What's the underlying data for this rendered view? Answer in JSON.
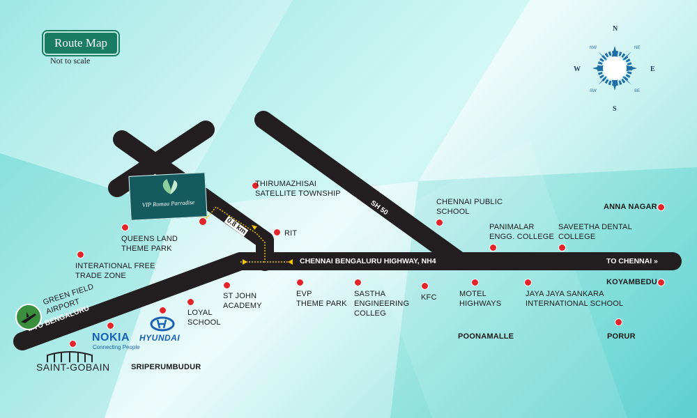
{
  "header": {
    "title": "Route Map",
    "subtitle": "Not to scale"
  },
  "compass": {
    "n": "N",
    "e": "E",
    "s": "S",
    "w": "W",
    "ne": "NE",
    "nw": "NW",
    "se": "SE",
    "sw": "SW"
  },
  "project": {
    "name": "VIP Romaa Parradise"
  },
  "roads": {
    "highway": "CHENNAI BENGALURU HIGHWAY, NH4",
    "to_chennai": "TO CHENNAI »",
    "to_bengaluru": "« TO BENGALURU",
    "sh50": "SH 50",
    "distance": "0.8 km"
  },
  "places": {
    "thirumazhisai": "THIRUMAZHISAI\nSATELLITE TOWNSHIP",
    "chennai_public_school": "CHENNAI PUBLIC\nSCHOOL",
    "anna_nagar": "ANNA NAGAR",
    "panimalar": "PANIMALAR\nENGG. COLLEGE",
    "saveetha": "SAVEETHA DENTAL\nCOLLEGE",
    "queens_land": "QUEENS LAND\nTHEME PARK",
    "rit": "RIT",
    "free_trade_zone": "INTERATIONAL FREE\nTRADE ZONE",
    "green_field_airport": "GREEN FIELD\nAIRPORT",
    "st_john": "ST JOHN\nACADEMY",
    "evp": "EVP\nTHEME PARK",
    "sastha": "SASTHA\nENGINEERING\nCOLLEG",
    "kfc": "KFC",
    "motel": "MOTEL\nHIGHWAYS",
    "jaya": "JAYA JAYA SANKARA\nINTERNATIONAL SCHOOL",
    "koyambedu": "KOYAMBEDU",
    "loyal": "LOYAL\nSCHOOL",
    "poonamalle": "POONAMALLE",
    "porur": "PORUR",
    "sriperumbudur": "SRIPERUMBUDUR"
  },
  "brands": {
    "nokia": "NOKIA",
    "nokia_tag": "Connecting People",
    "hyundai": "HYUNDAI",
    "saint_gobain": "SAINT-GOBAIN"
  },
  "colors": {
    "road": "#231f20",
    "marker": "#e2242b",
    "title_bg": "#1a7d63",
    "compass": "#1f6fa6",
    "route": "#f2c500"
  }
}
